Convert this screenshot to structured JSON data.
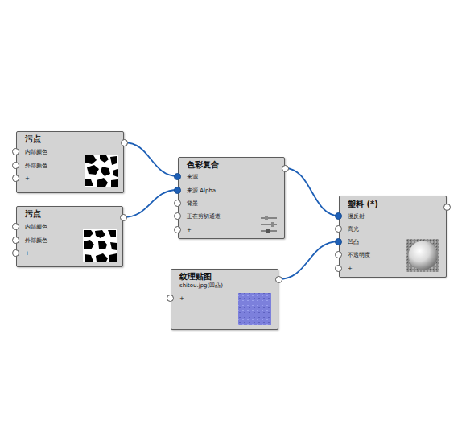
{
  "diagram": {
    "nodes": [
      {
        "text": [
          "污点",
          "内部颜色",
          "外部颜色",
          "+"
        ]
      },
      {
        "text": [
          "污点",
          "内部颜色",
          "外部颜色",
          "+"
        ]
      },
      {
        "text": [
          "色彩复合",
          "来源",
          "来源 Alpha",
          "背景",
          "正在剪切通道",
          "+"
        ]
      },
      {
        "text": [
          "纹理贴图",
          "shitou.jpg(凹凸)",
          "+"
        ]
      },
      {
        "text": [
          "塑料 (*)",
          "漫反射",
          "高光",
          "凹凸",
          "不透明度",
          "+"
        ]
      }
    ],
    "edges": [
      {
        "from": 0,
        "to": 2,
        "arrow": "none"
      },
      {
        "from": 1,
        "to": 2,
        "arrow": "none"
      },
      {
        "from": 2,
        "to": 4,
        "arrow": "none"
      },
      {
        "from": 3,
        "to": 4,
        "arrow": "none"
      }
    ]
  }
}
